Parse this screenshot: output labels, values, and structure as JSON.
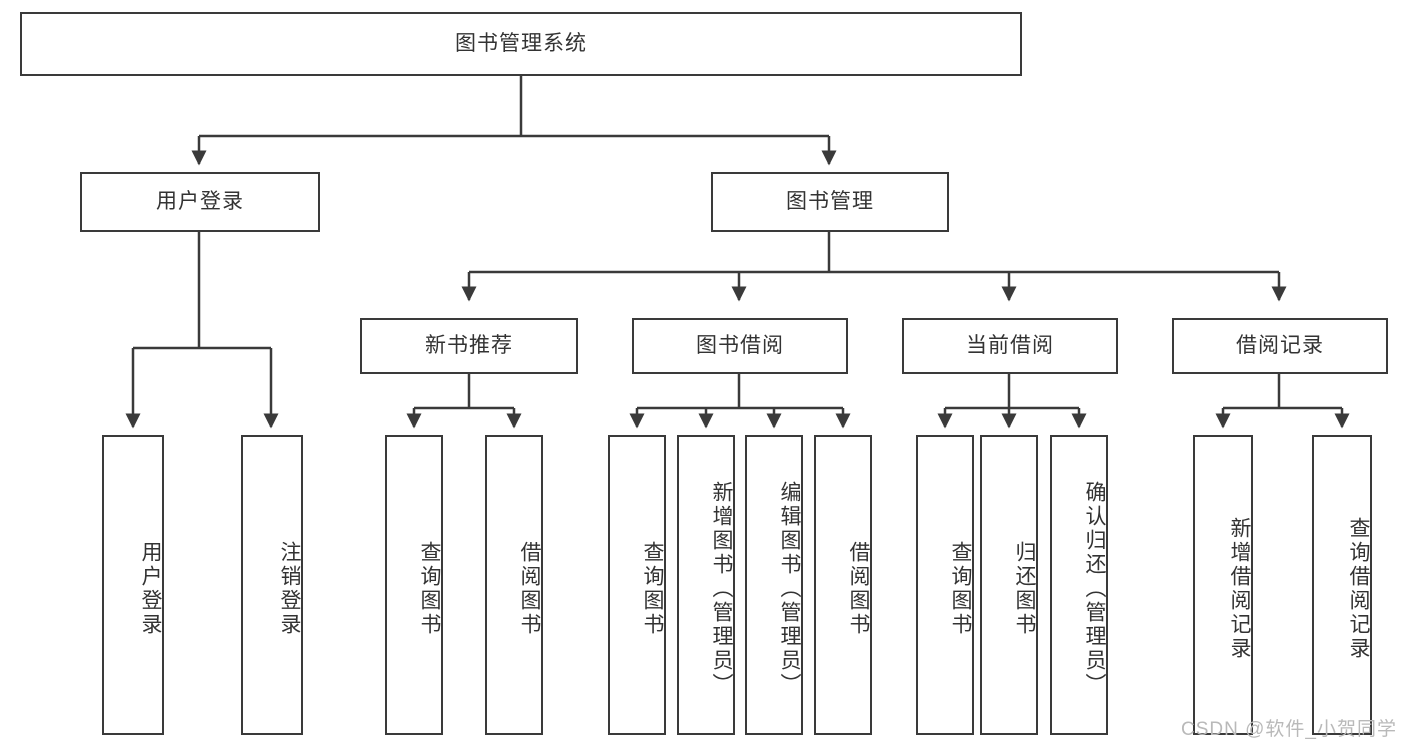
{
  "diagram": {
    "title": "图书管理系统",
    "root": {
      "label": "图书管理系统"
    },
    "level2": [
      {
        "label": "用户登录"
      },
      {
        "label": "图书管理"
      }
    ],
    "level3": [
      {
        "label": "新书推荐"
      },
      {
        "label": "图书借阅"
      },
      {
        "label": "当前借阅"
      },
      {
        "label": "借阅记录"
      }
    ],
    "leaves": [
      {
        "label": "用户登录"
      },
      {
        "label": "注销登录"
      },
      {
        "label": "查询图书"
      },
      {
        "label": "借阅图书"
      },
      {
        "label": "查询图书"
      },
      {
        "label": "新增图书（管理员）"
      },
      {
        "label": "编辑图书（管理员）"
      },
      {
        "label": "借阅图书"
      },
      {
        "label": "查询图书"
      },
      {
        "label": "归还图书"
      },
      {
        "label": "确认归还（管理员）"
      },
      {
        "label": "新增借阅记录"
      },
      {
        "label": "查询借阅记录"
      }
    ],
    "colors": {
      "stroke": "#3a3a3a",
      "text": "#333333",
      "background": "#ffffff",
      "watermark": "#b9b9b9"
    }
  },
  "watermark": {
    "text": "CSDN @软件_小贺同学"
  }
}
